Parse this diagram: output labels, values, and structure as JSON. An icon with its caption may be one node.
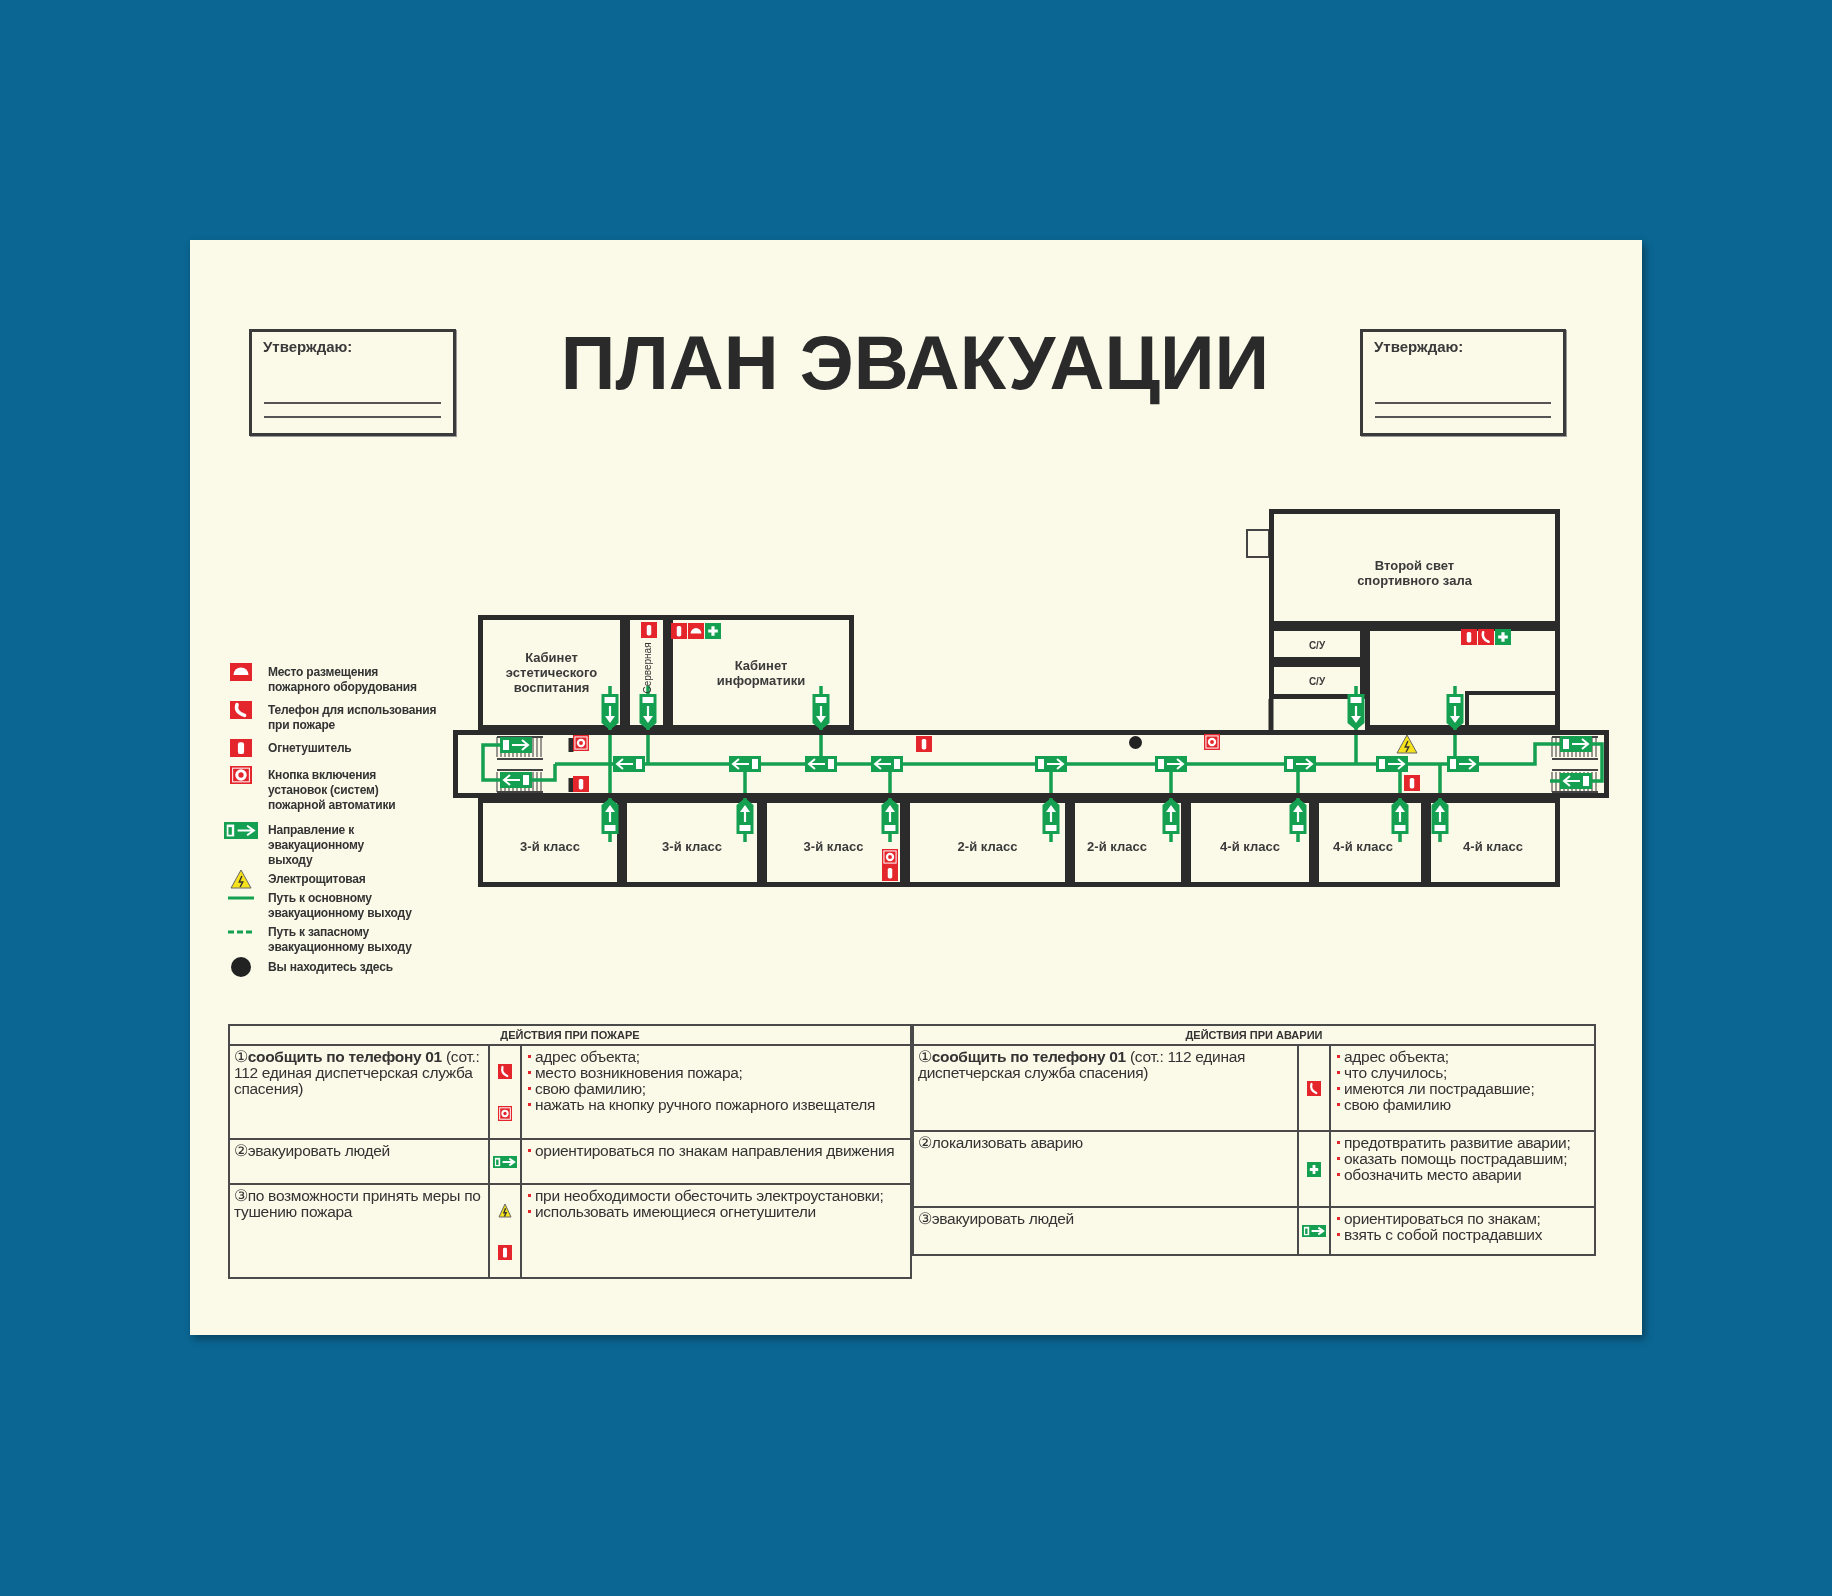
{
  "diagram": {
    "title": "ПЛАН ЭВАКУАЦИИ",
    "nodes": [
      {
        "text": [
          "Утверждаю:"
        ]
      },
      {
        "text": [
          "Утверждаю:"
        ]
      },
      {
        "text": [
          "Кабинет эстетического воспитания"
        ]
      },
      {
        "text": [
          "Серверная"
        ]
      },
      {
        "text": [
          "Кабинет информатики"
        ]
      },
      {
        "text": [
          "Второй свет спортивного зала"
        ]
      },
      {
        "text": [
          "С/У"
        ]
      },
      {
        "text": [
          "С/У"
        ]
      },
      {
        "text": [],
        "shape": "box"
      },
      {
        "text": [
          "3-й класс"
        ]
      },
      {
        "text": [
          "3-й класс"
        ]
      },
      {
        "text": [
          "3-й класс"
        ]
      },
      {
        "text": [
          "2-й класс"
        ]
      },
      {
        "text": [
          "2-й класс"
        ]
      },
      {
        "text": [
          "4-й класс"
        ]
      },
      {
        "text": [
          "4-й класс"
        ]
      },
      {
        "text": [
          "4-й класс"
        ]
      },
      {
        "text": [],
        "shape": "box"
      }
    ],
    "edges": [
      {
        "from": 2,
        "to": 17,
        "arrow": "to"
      },
      {
        "from": 3,
        "to": 17,
        "arrow": "to"
      },
      {
        "from": 4,
        "to": 17,
        "arrow": "to"
      },
      {
        "from": 7,
        "to": 17,
        "arrow": "to"
      },
      {
        "from": 8,
        "to": 17,
        "arrow": "to"
      },
      {
        "from": 9,
        "to": 17,
        "arrow": "to"
      },
      {
        "from": 10,
        "to": 17,
        "arrow": "to"
      },
      {
        "from": 11,
        "to": 17,
        "arrow": "to"
      },
      {
        "from": 12,
        "to": 17,
        "arrow": "to"
      },
      {
        "from": 13,
        "to": 17,
        "arrow": "to"
      },
      {
        "from": 14,
        "to": 17,
        "arrow": "to"
      },
      {
        "from": 15,
        "to": 17,
        "arrow": "to"
      },
      {
        "from": 16,
        "to": 17,
        "arrow": "to"
      }
    ],
    "labels": [
      "ДЕЙСТВИЯ ПРИ ПОЖАРЕ",
      "①**сообщить по телефону 01** (сот.: 112 единая диспетчерская служба спасения)",
      "адрес объекта;",
      "место возникновения пожара;",
      "свою фамилию;",
      "нажать на кнопку ручного пожарного извещателя",
      "②эвакуировать людей",
      "ориентироваться по знакам направления движения",
      "③по возможности принять меры по тушению пожара",
      "при необходимости обесточить электроустановки;",
      "использовать имеющиеся огнетушители",
      "ДЕЙСТВИЯ ПРИ АВАРИИ",
      "①**сообщить по телефону 01** (сот.: 112 единая диспетчерская служба спасения)",
      "адрес объекта;",
      "что случилось;",
      "имеются ли пострадавшие;",
      "свою фамилию",
      "②локализовать аварию",
      "предотвратить развитие аварии;",
      "оказать помощь пострадавшим;",
      "обозначить место аварии",
      "③эвакуировать людей",
      "ориентироваться по знакам;",
      "взять с собой пострадавших"
    ],
    "legend": [
      {
        "text": "Место размещения пожарного оборудования"
      },
      {
        "text": "Телефон для использования при пожаре"
      },
      {
        "text": "Огнетушитель"
      },
      {
        "text": "Кнопка включения установок (систем) пожарной автоматики"
      },
      {
        "text": "Направление к эвакуационному выходу"
      },
      {
        "text": "Электрощитовая"
      },
      {
        "text": "Путь к основному эвакуационному выходу"
      },
      {
        "text": "Путь к запасному эвакуационному выходу"
      },
      {
        "text": "Вы находитесь здесь"
      }
    ]
  }
}
